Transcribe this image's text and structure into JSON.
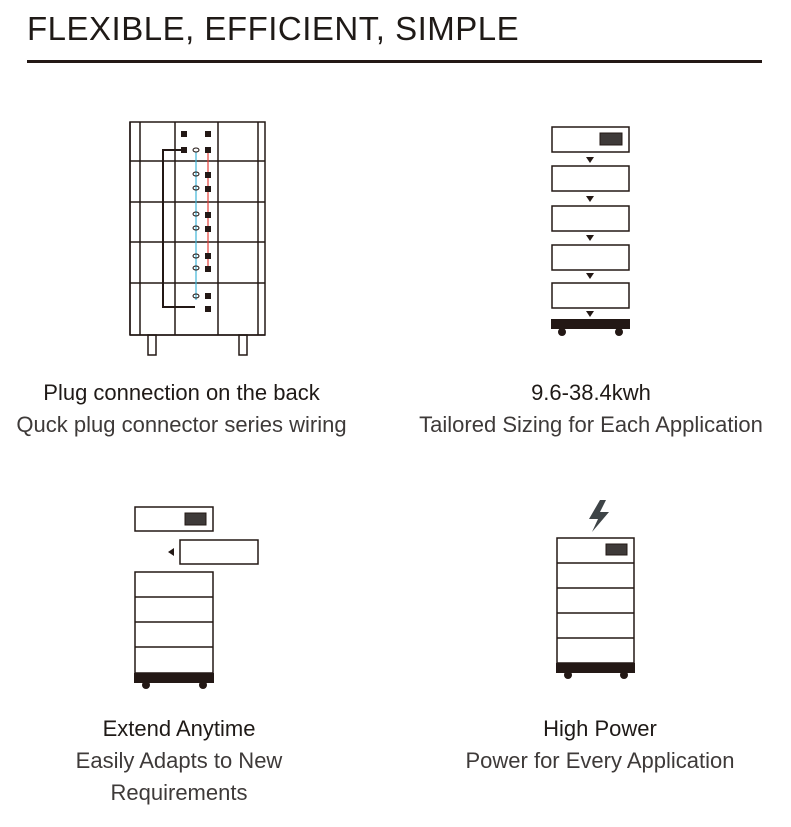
{
  "header": {
    "title": "FLEXIBLE, EFFICIENT, SIMPLE"
  },
  "features": [
    {
      "title": "Plug connection on the back",
      "subtitle": "Quck plug connector series wiring",
      "icon": "battery-back-wiring-icon"
    },
    {
      "title": "9.6-38.4kwh",
      "subtitle": "Tailored Sizing for Each Application",
      "icon": "stacked-modules-icon"
    },
    {
      "title": "Extend Anytime",
      "subtitle": "Easily Adapts to New Requirements",
      "icon": "extend-module-icon"
    },
    {
      "title": "High Power",
      "subtitle": "Power for Every Application",
      "icon": "lightning-battery-icon"
    }
  ],
  "colors": {
    "line": "#231815",
    "display": "#3e3a39",
    "bolt": "#3e4447",
    "cable_red": "#e5403a",
    "cable_blue": "#3fb6d8"
  }
}
